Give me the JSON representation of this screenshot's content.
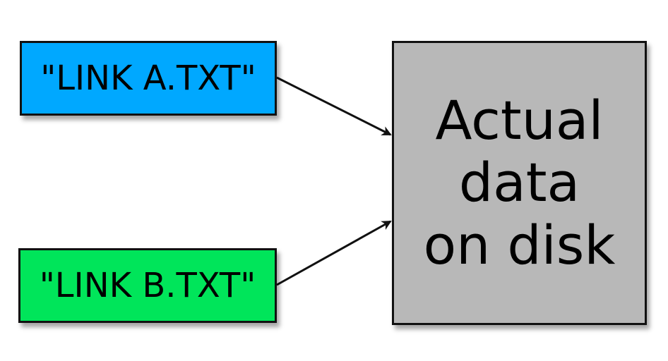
{
  "diagram": {
    "nodes": {
      "link_a": {
        "label": "\"LINK A.TXT\"",
        "color": "#00A8FF"
      },
      "link_b": {
        "label": "\"LINK B.TXT\"",
        "color": "#00E55A"
      },
      "data": {
        "lines": [
          "Actual",
          "data",
          "on disk"
        ],
        "color": "#B8B8B8"
      }
    },
    "edges": [
      {
        "from": "link_a",
        "to": "data"
      },
      {
        "from": "link_b",
        "to": "data"
      }
    ]
  }
}
